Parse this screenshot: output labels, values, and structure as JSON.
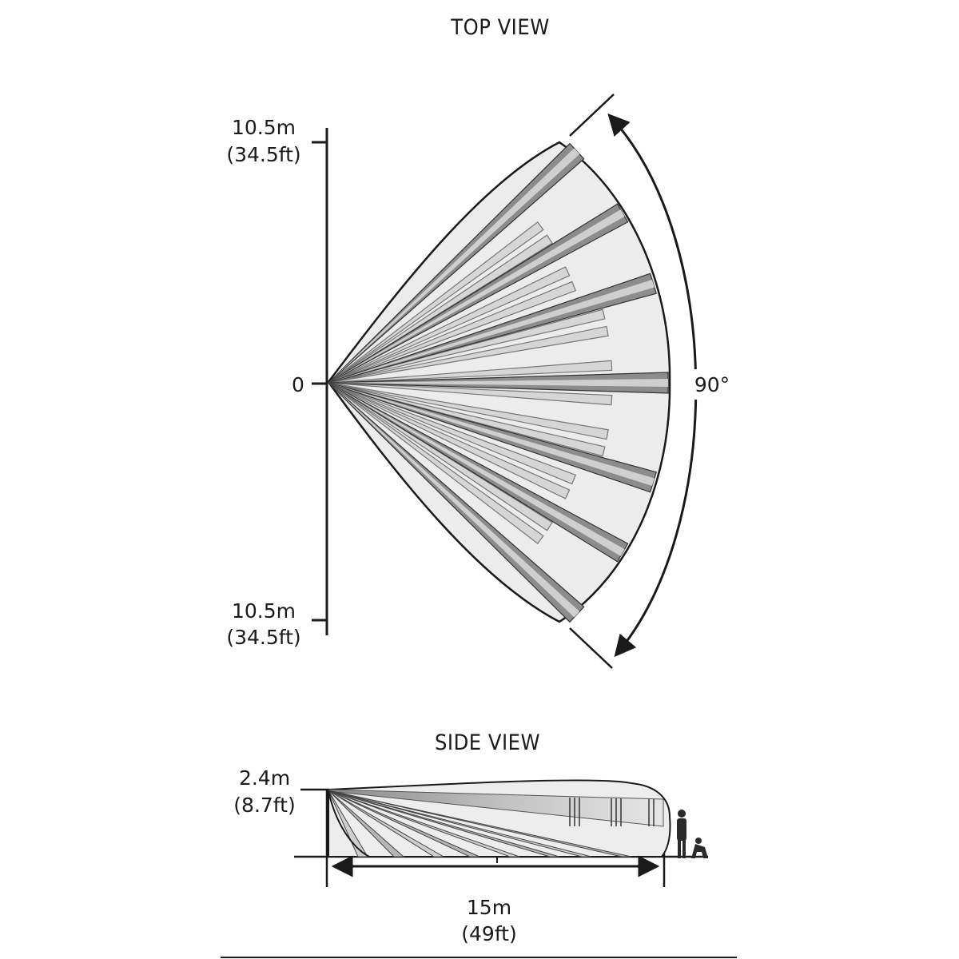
{
  "top_view": {
    "title": "TOP VIEW",
    "upper_range": "10.5m",
    "upper_range_ft": "(34.5ft)",
    "center_label": "0",
    "lower_range": "10.5m",
    "lower_range_ft": "(34.5ft)",
    "angle": "90°"
  },
  "side_view": {
    "title": "SIDE VIEW",
    "height": "2.4m",
    "height_ft": "(8.7ft)",
    "length": "15m",
    "length_ft": "(49ft)"
  },
  "colors": {
    "stroke": "#1a1a1a",
    "zone_fill": "#ececec",
    "beam_dark": "#8c8c8c",
    "beam_light": "#d6d6d6"
  }
}
